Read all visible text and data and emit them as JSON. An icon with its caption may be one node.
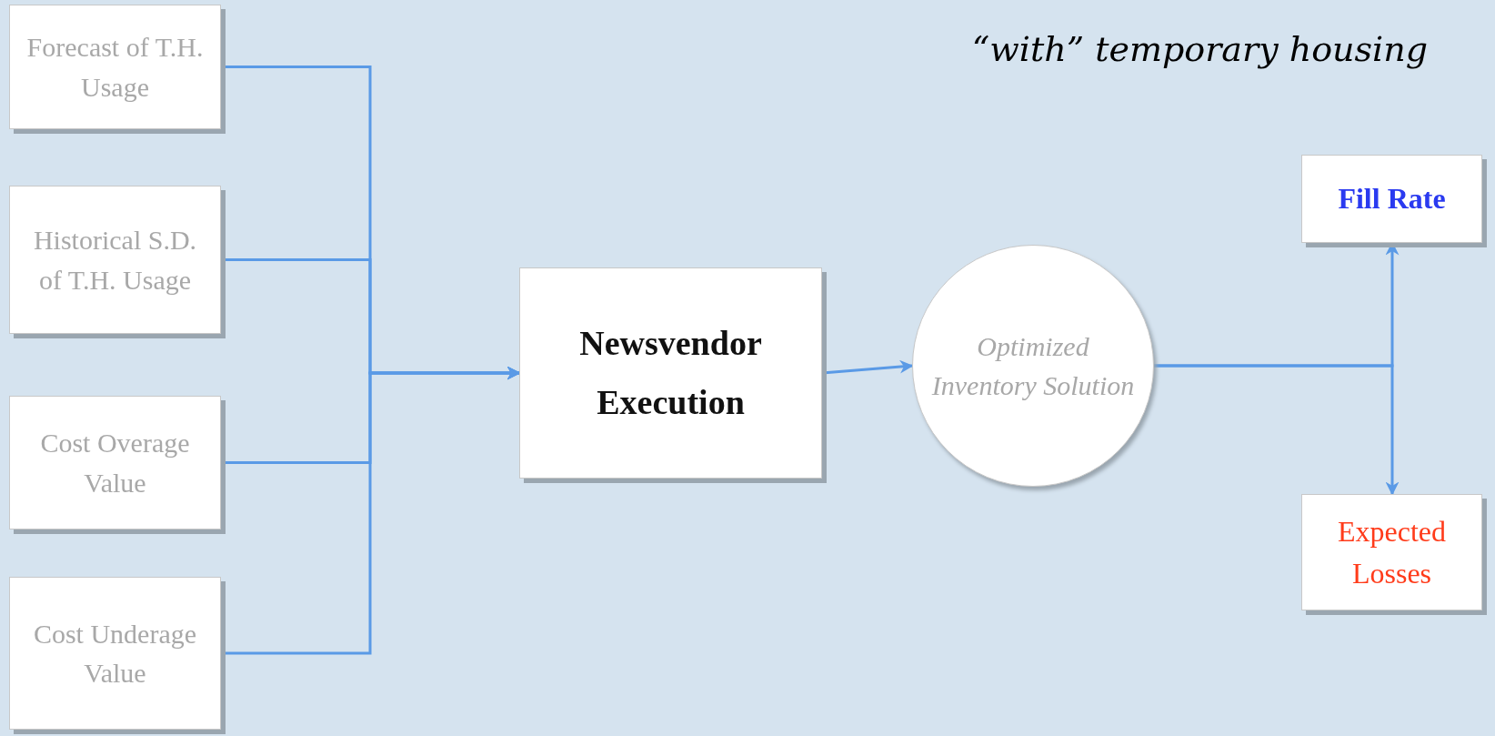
{
  "diagram": {
    "nodes": [
      {
        "text": [
          "Forecast of T.H. Usage"
        ]
      },
      {
        "text": [
          "Historical S.D. of T.H. Usage"
        ]
      },
      {
        "text": [
          "Cost Overage Value"
        ]
      },
      {
        "text": [
          "Cost Underage Value"
        ]
      },
      {
        "text": [
          "Newsvendor Execution"
        ]
      },
      {
        "text": [
          "Optimized Inventory Solution"
        ]
      },
      {
        "text": [
          "Fill Rate"
        ]
      },
      {
        "text": [
          "Expected Losses"
        ]
      }
    ],
    "edges": [
      {
        "from": 0,
        "to": 4,
        "arrow": "to"
      },
      {
        "from": 1,
        "to": 4,
        "arrow": "to"
      },
      {
        "from": 2,
        "to": 4,
        "arrow": "to"
      },
      {
        "from": 3,
        "to": 4,
        "arrow": "to"
      },
      {
        "from": 4,
        "to": 5,
        "arrow": "to"
      },
      {
        "from": 5,
        "to": 6,
        "arrow": "to"
      },
      {
        "from": 5,
        "to": 7,
        "arrow": "to"
      }
    ],
    "labels": [
      "“with” temporary housing"
    ]
  }
}
